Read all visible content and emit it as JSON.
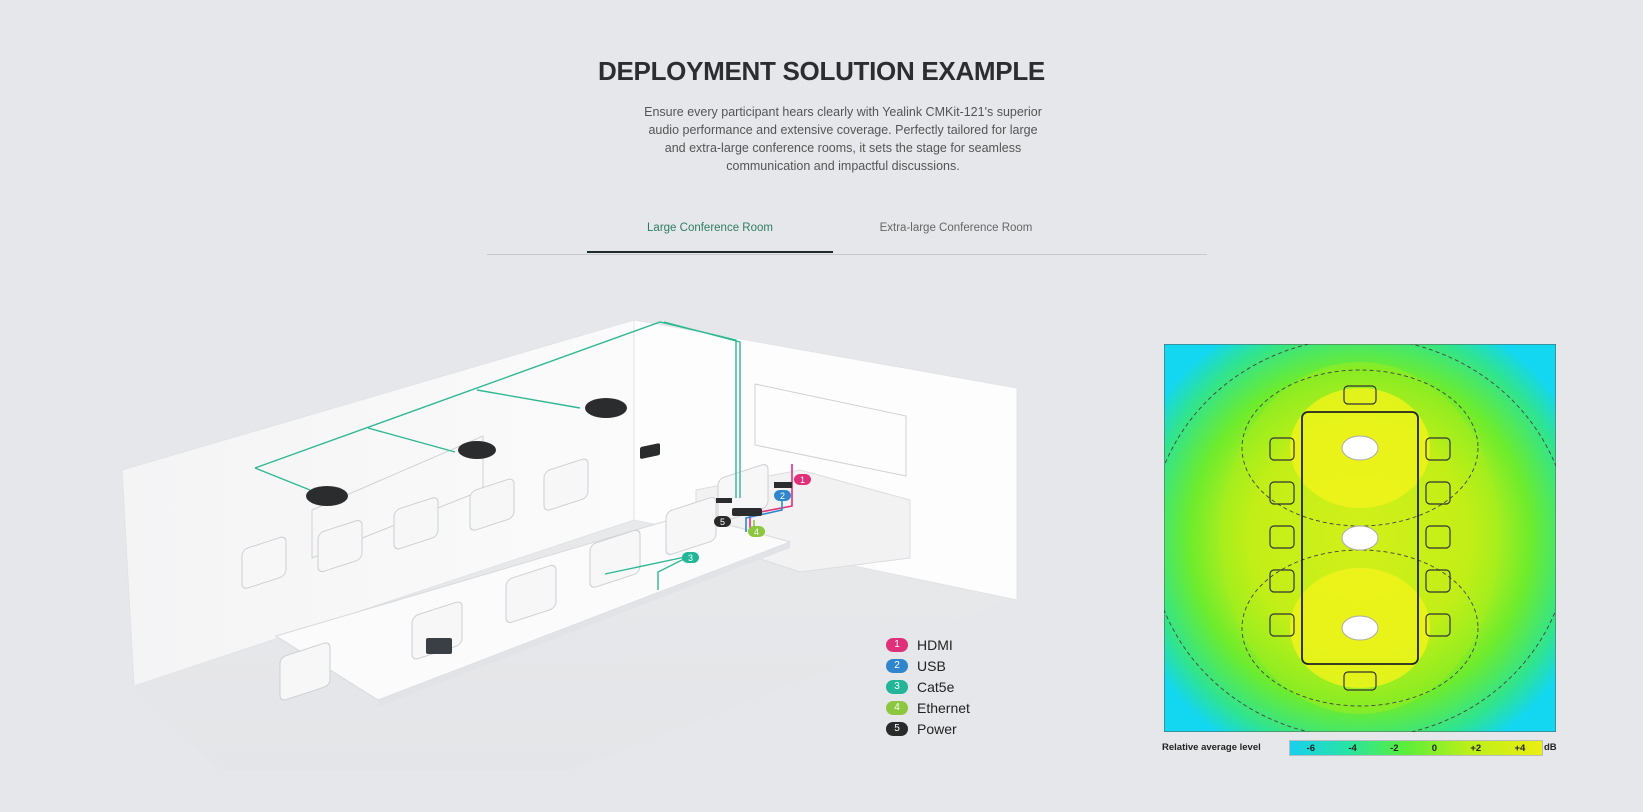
{
  "section": {
    "title": "DEPLOYMENT SOLUTION EXAMPLE",
    "description": "Ensure every participant hears clearly with Yealink CMKit-121's superior audio performance and extensive coverage. Perfectly tailored for large and extra-large conference rooms, it sets the stage for seamless communication and impactful discussions."
  },
  "tabs": [
    {
      "label": "Large Conference Room",
      "active": true
    },
    {
      "label": "Extra-large Conference Room",
      "active": false
    }
  ],
  "legend": [
    {
      "num": "1",
      "label": "HDMI",
      "color": "#e0307a"
    },
    {
      "num": "2",
      "label": "USB",
      "color": "#2f86cc"
    },
    {
      "num": "3",
      "label": "Cat5e",
      "color": "#22b598"
    },
    {
      "num": "4",
      "label": "Ethernet",
      "color": "#8dc63f"
    },
    {
      "num": "5",
      "label": "Power",
      "color": "#2a2a2a"
    }
  ],
  "heatmap": {
    "scale_label": "Relative average level",
    "scale_ticks": [
      "-6",
      "-4",
      "-2",
      "0",
      "+2",
      "+4"
    ],
    "unit": "dB"
  }
}
